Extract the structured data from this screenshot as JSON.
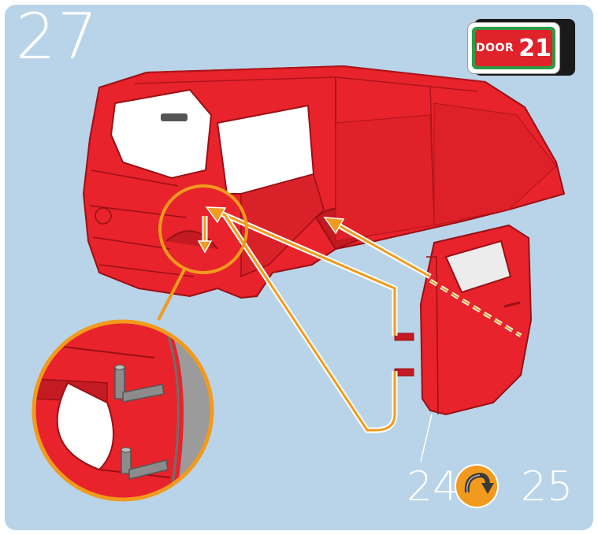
{
  "step": {
    "number": "27"
  },
  "badge": {
    "label": "DOOR",
    "number": "21"
  },
  "sequence": {
    "from": "24",
    "to": "25",
    "icon": "rotate-arrow-icon"
  },
  "colors": {
    "background": "#b9d4e8",
    "part_red": "#e8232b",
    "part_red_dark": "#b0141b",
    "callout_orange": "#f29a1d",
    "badge_green": "#2f9b45"
  }
}
